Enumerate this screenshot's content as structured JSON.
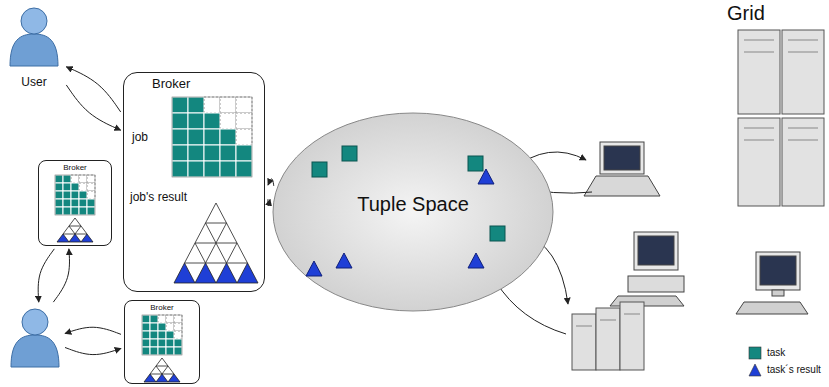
{
  "diagram": {
    "nodes": [
      {
        "text": [
          "User"
        ]
      },
      {
        "text": [
          "Broker",
          "job",
          "job's result"
        ]
      },
      {
        "text": [
          "Tuple Space"
        ]
      },
      {
        "text": [
          "Broker"
        ]
      },
      {
        "text": []
      },
      {
        "text": [
          "Broker"
        ]
      }
    ],
    "edges": [
      {
        "from": 0,
        "to": 1,
        "arrow": "to"
      },
      {
        "from": 1,
        "to": 0,
        "arrow": "to"
      },
      {
        "from": 1,
        "to": 2,
        "arrow": "to"
      },
      {
        "from": 2,
        "to": 1,
        "arrow": "to"
      },
      {
        "from": 3,
        "to": 4,
        "arrow": "to"
      },
      {
        "from": 4,
        "to": 3,
        "arrow": "to"
      },
      {
        "from": 4,
        "to": 5,
        "arrow": "to"
      },
      {
        "from": 5,
        "to": 4,
        "arrow": "to"
      }
    ],
    "labels": [
      "Grid"
    ],
    "legend": [
      {
        "text": "task",
        "color": "#13877f"
      },
      {
        "text": "task´s result",
        "color": "#1f3fd6"
      }
    ]
  }
}
